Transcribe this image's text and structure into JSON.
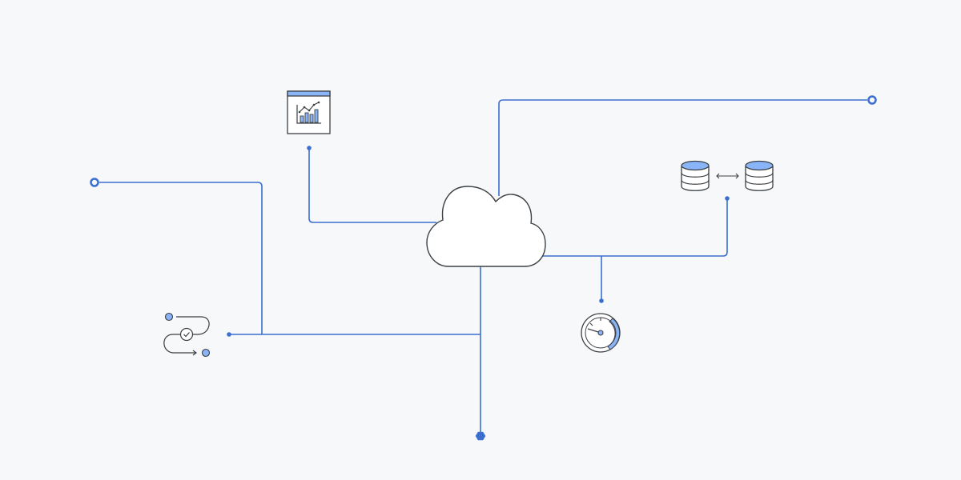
{
  "colors": {
    "background": "#f7f8fa",
    "connector": "#3b6fcf",
    "outline": "#3c4043",
    "fill": "#ffffff",
    "accent_fill": "#8ab4f8"
  },
  "nodes": [
    {
      "name": "cloud",
      "icon": "cloud-icon"
    },
    {
      "name": "analytics-dashboard",
      "icon": "bar-chart-dashboard-icon"
    },
    {
      "name": "database-sync",
      "icon": "database-replication-icon"
    },
    {
      "name": "performance-gauge",
      "icon": "speedometer-gauge-icon"
    },
    {
      "name": "workflow-approval",
      "icon": "workflow-check-icon"
    }
  ],
  "endpoints": [
    {
      "name": "left-endpoint",
      "shape": "ring"
    },
    {
      "name": "top-right-endpoint",
      "shape": "ring"
    },
    {
      "name": "bottom-endpoint",
      "shape": "hexagon"
    }
  ]
}
